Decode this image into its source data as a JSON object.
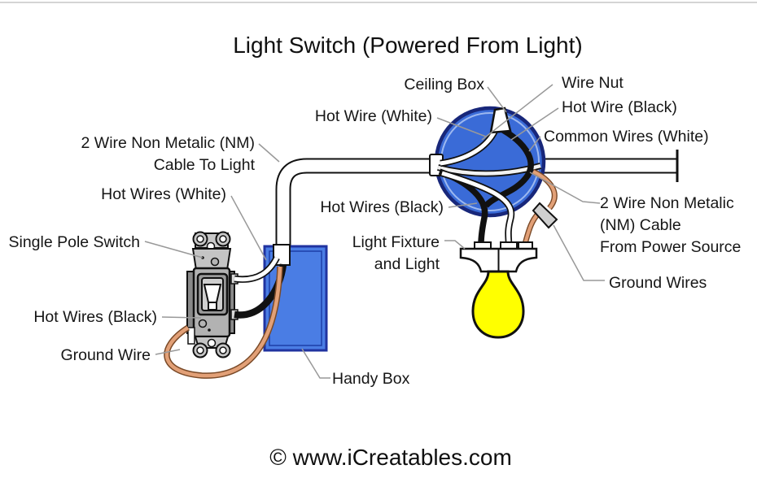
{
  "title": "Light Switch (Powered From Light)",
  "watermark": "© www.iCreatables.com",
  "labels": {
    "ceiling_box": "Ceiling Box",
    "wire_nut": "Wire Nut",
    "hot_wire_white": "Hot Wire (White)",
    "hot_wire_black": "Hot Wire (Black)",
    "common_wires_white": "Common Wires (White)",
    "nm_cable_to_light_line1": "2 Wire Non Metalic (NM)",
    "nm_cable_to_light_line2": "Cable To Light",
    "hot_wires_white": "Hot Wires (White)",
    "hot_wires_black_upper": "Hot Wires (Black)",
    "single_pole_switch": "Single Pole Switch",
    "light_fixture_line1": "Light Fixture",
    "light_fixture_line2": "and Light",
    "hot_wires_black_lower": "Hot Wires (Black)",
    "ground_wire": "Ground Wire",
    "handy_box": "Handy Box",
    "nm_cable_power_line1": "2 Wire Non Metalic",
    "nm_cable_power_line2": "(NM) Cable",
    "nm_cable_power_line3": "From Power Source",
    "ground_wires": "Ground Wires"
  },
  "colors": {
    "ceiling_box_fill": "#3a6bd7",
    "ceiling_box_border": "#18277a",
    "handy_box_fill": "#4a7de4",
    "handy_box_border": "#2033a0",
    "copper_wire": "#e2a077",
    "copper_outline": "#7a4a28",
    "bulb_yellow": "#ffff00",
    "leader_gray": "#999999",
    "switch_gray": "#b2b2b2"
  }
}
